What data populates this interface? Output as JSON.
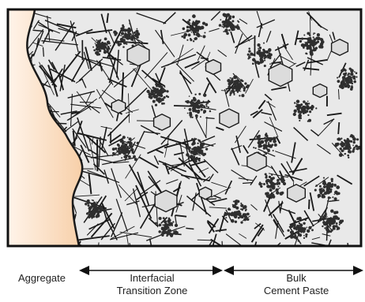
{
  "diagram": {
    "labels": {
      "aggregate": "Aggregate",
      "itz_line1": "Interfacial",
      "itz_line2": "Transition Zone",
      "bulk_line1": "Bulk",
      "bulk_line2": "Cement Paste"
    },
    "colors": {
      "aggregate_light": "#fde8d4",
      "aggregate_edge": "#f6c79b",
      "paste_background": "#e9e9e9",
      "crystal_fill": "#dcdcdc",
      "line": "#1a1a1a",
      "cluster": "#2e2e2e"
    },
    "regions": [
      "aggregate",
      "interfacial-transition-zone",
      "bulk-cement-paste"
    ]
  }
}
